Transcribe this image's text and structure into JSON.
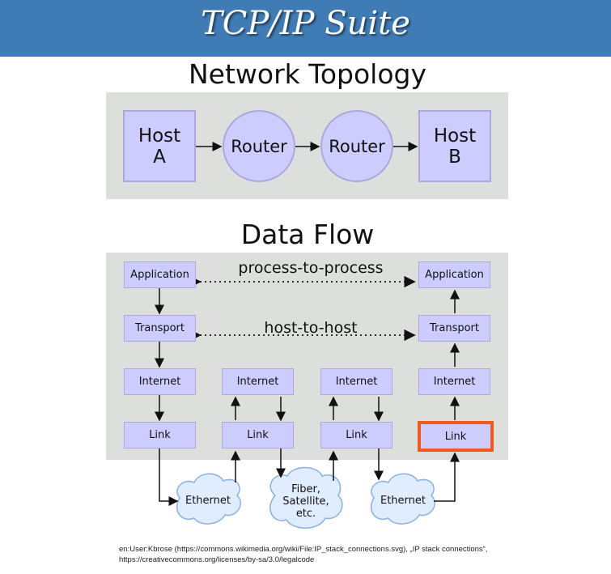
{
  "banner": {
    "title": "TCP/IP Suite"
  },
  "topology": {
    "title": "Network Topology",
    "host_a": "Host\nA",
    "router_1": "Router",
    "router_2": "Router",
    "host_b": "Host\nB"
  },
  "dataflow": {
    "title": "Data Flow",
    "process_label": "process-to-process",
    "host_label": "host-to-host",
    "left_stack": {
      "application": "Application",
      "transport": "Transport",
      "internet": "Internet",
      "link": "Link"
    },
    "right_stack": {
      "application": "Application",
      "transport": "Transport",
      "internet": "Internet",
      "link": "Link"
    },
    "router1_stack": {
      "internet": "Internet",
      "link": "Link"
    },
    "router2_stack": {
      "internet": "Internet",
      "link": "Link"
    },
    "clouds": {
      "left": "Ethernet",
      "middle": "Fiber,\nSatellite,\netc.",
      "right": "Ethernet"
    }
  },
  "colors": {
    "banner": "#3f7bb4",
    "node_fill": "#ccccff",
    "panel": "#dcdfdc",
    "highlight": "#f25a1c"
  },
  "credit": {
    "line1": "en:User:Kbrose (https://commons.wikimedia.org/wiki/File:IP_stack_connections.svg), „IP stack connections“,",
    "line2": "https://creativecommons.org/licenses/by-sa/3.0/legalcode"
  }
}
